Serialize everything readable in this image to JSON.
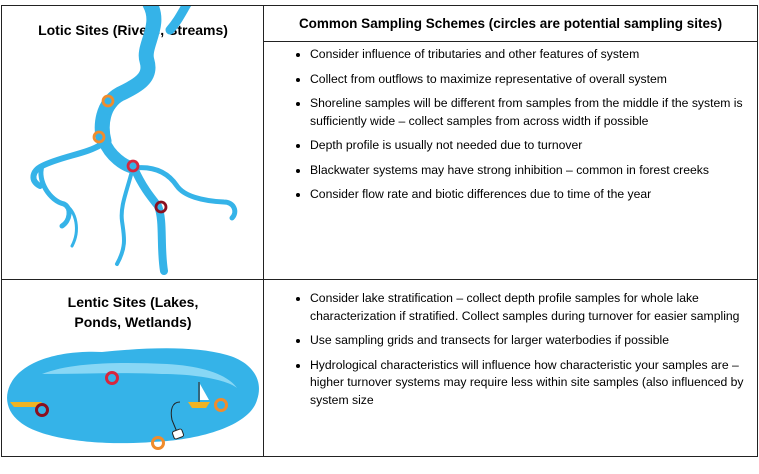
{
  "table": {
    "header_right": "Common Sampling Schemes (circles are potential sampling sites)",
    "lotic": {
      "title": "Lotic Sites (Rivers, Streams)",
      "bullets": [
        "Consider influence of tributaries and other features of system",
        "Collect from outflows to maximize representative of overall system",
        "Shoreline samples will be different from samples from the middle if the system is sufficiently wide – collect samples from across width if possible",
        "Depth profile is usually not needed due to turnover",
        "Blackwater systems may have strong inhibition – common in forest creeks",
        "Consider flow rate and biotic differences due to time of the year"
      ]
    },
    "lentic": {
      "title_line1": "Lentic Sites (Lakes,",
      "title_line2": "Ponds, Wetlands)",
      "bullets": [
        "Consider lake stratification – collect depth profile samples for whole lake characterization if stratified. Collect samples during turnover for easier sampling",
        "Use sampling grids and transects for larger waterbodies if possible",
        "Hydrological characteristics will influence how characteristic your samples are – higher turnover systems may require less within site samples (also influenced by system size"
      ]
    }
  },
  "colors": {
    "water": "#35b3e8",
    "lake_light": "#7fd3f4",
    "orange_marker": "#f08c2c",
    "red_marker": "#d7263d",
    "dark_red_marker": "#8b0f1f"
  },
  "icons": {
    "river": "river-illustration",
    "lake": "lake-illustration",
    "boat": "sailboat-icon",
    "sampler": "sampler-bottle-icon"
  }
}
